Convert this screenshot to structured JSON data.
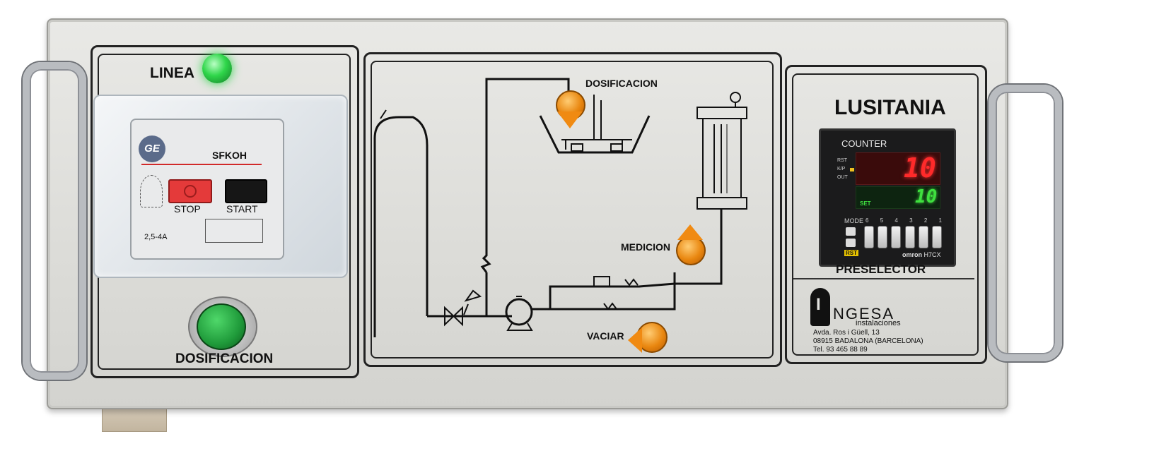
{
  "left_section": {
    "line_label": "LINEA",
    "dosing_label": "DOSIFICACION",
    "breaker": {
      "brand_logo": "GE",
      "model": "SFKOH",
      "stop_label": "STOP",
      "start_label": "START",
      "rating": "2,5-4A"
    }
  },
  "diagram_section": {
    "dosing_label": "DOSIFICACION",
    "measure_label": "MEDICION",
    "empty_label": "VACIAR"
  },
  "right_section": {
    "title": "LUSITANIA",
    "counter": {
      "header": "COUNTER",
      "indicators": [
        "RST",
        "K/P",
        "OUT"
      ],
      "set_label": "SET",
      "count_value": "10",
      "set_value": "10",
      "mode_label": "MODE",
      "rst_label": "RST",
      "switch_numbers": [
        "6",
        "5",
        "4",
        "3",
        "2",
        "1"
      ],
      "brand": "omron",
      "model": "H7CX"
    },
    "preselector_label": "PRESELECTOR",
    "company": {
      "logo_letter": "I",
      "name": "NGESA",
      "subtitle": "instalaciones",
      "address_line1": "Avda. Ros i Güell, 13",
      "address_line2": "08915 BADALONA (BARCELONA)",
      "phone": "Tel. 93 465 88 89"
    }
  },
  "colors": {
    "panel": "#e3e3e0",
    "line_led": "#2fd64a",
    "green_button": "#1f9a3a",
    "amber_lamp": "#e98710",
    "display_red": "#ff2a2a",
    "display_green": "#3fe03f"
  }
}
